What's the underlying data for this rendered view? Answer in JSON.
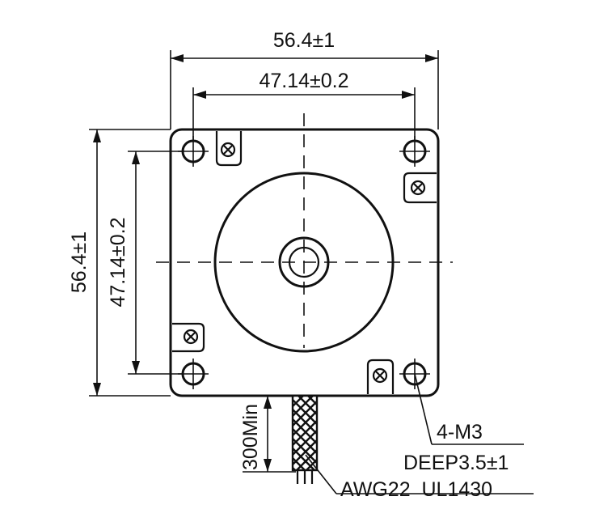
{
  "dimensions": {
    "overall_width": "56.4±1",
    "hole_spacing_width": "47.14±0.2",
    "overall_height": "56.4±1",
    "hole_spacing_height": "47.14±0.2",
    "lead_length": "300Min"
  },
  "callouts": {
    "mount_holes_line1": "4-M3",
    "mount_holes_line2": "DEEP3.5±1",
    "wire_spec": "AWG22  UL1430"
  },
  "colors": {
    "line": "#111111",
    "background": "#ffffff"
  }
}
